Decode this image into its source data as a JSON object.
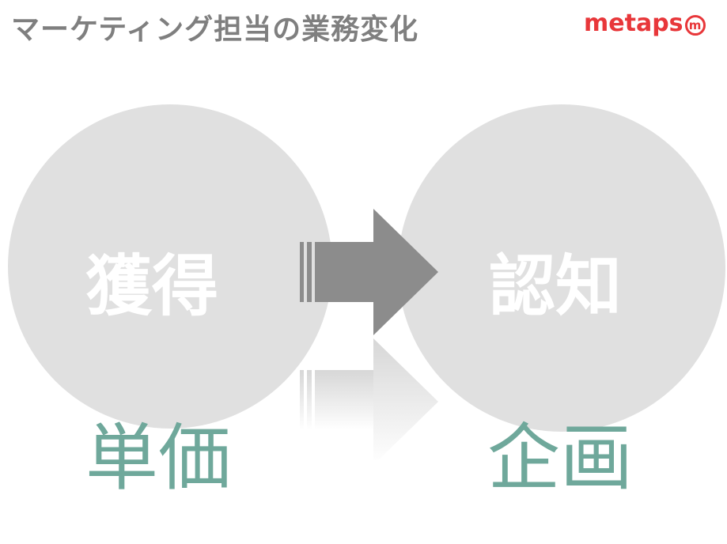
{
  "header": {
    "title": "マーケティング担当の業務変化",
    "logo_text": "metaps",
    "logo_mark": "m"
  },
  "left": {
    "circle_label": "獲得",
    "sub_label": "単価"
  },
  "right": {
    "circle_label": "認知",
    "sub_label": "企画"
  },
  "arrow_icon": "right-arrow-icon",
  "colors": {
    "title": "#7f7f7f",
    "brand": "#e8373a",
    "circle": "#e0e0e0",
    "arrow": "#8c8c8c",
    "accent_text": "#6fa89b"
  }
}
